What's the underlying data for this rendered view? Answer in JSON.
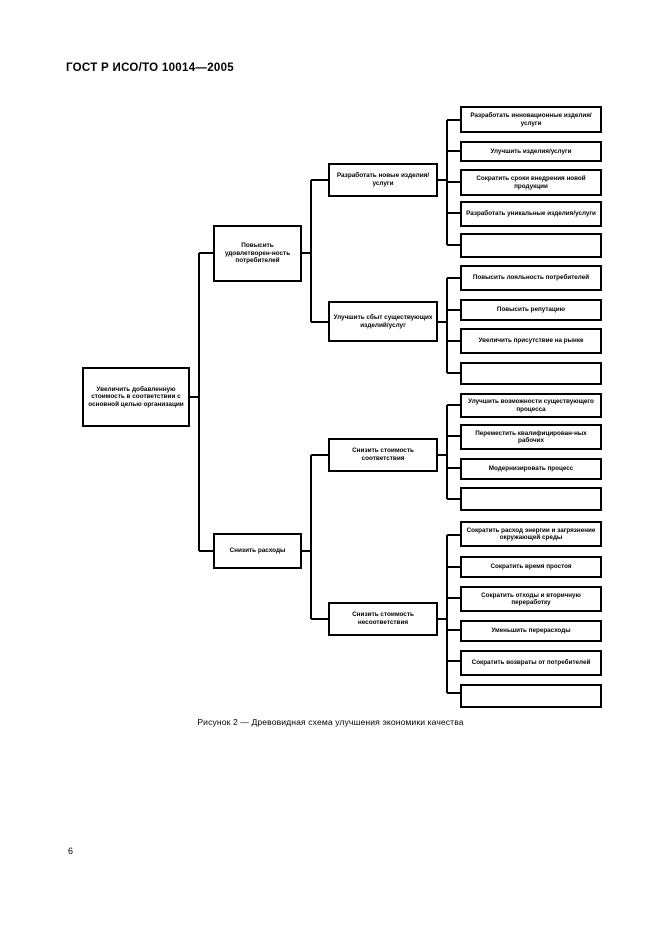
{
  "document": {
    "header": "ГОСТ Р ИСО/ТО 10014—2005",
    "page_number": "6",
    "figure_caption": "Рисунок 2 — Древовидная схема улучшения экономики качества"
  },
  "diagram": {
    "type": "tree-diagram",
    "root": {
      "label": "Увеличить добавленную стоимость в соответствии с основной целью организации"
    },
    "level1": [
      {
        "label": "Повысить удовлетворен-ность потребителей"
      },
      {
        "label": "Снизить расходы"
      }
    ],
    "level2": [
      {
        "label": "Разработать новые изделия/услуги"
      },
      {
        "label": "Улучшить сбыт существующих изделий/услуг"
      },
      {
        "label": "Снизить стоимость соответствия"
      },
      {
        "label": "Снизить стоимость несоответствия"
      }
    ],
    "groups": [
      {
        "parent": "Разработать новые изделия/услуги",
        "leaves": [
          {
            "label": "Разработать инновационные изделия/услуги"
          },
          {
            "label": "Улучшить изделия/услуги"
          },
          {
            "label": "Сократить сроки внедрения новой продукции"
          },
          {
            "label": "Разработать уникальные изделия/услуги"
          },
          {
            "label": ""
          }
        ]
      },
      {
        "parent": "Улучшить сбыт существующих изделий/услуг",
        "leaves": [
          {
            "label": "Повысить лояльность потребителей"
          },
          {
            "label": "Повысить репутацию"
          },
          {
            "label": "Увеличить присутствие на рынке"
          },
          {
            "label": ""
          }
        ]
      },
      {
        "parent": "Снизить стоимость соответствия",
        "leaves": [
          {
            "label": "Улучшить возможности существующего процесса"
          },
          {
            "label": "Переместить квалифицирован-ных рабочих"
          },
          {
            "label": "Модернизировать процесс"
          },
          {
            "label": ""
          }
        ]
      },
      {
        "parent": "Снизить стоимость несоответствия",
        "leaves": [
          {
            "label": "Сократить расход энергии и загрязнение окружающей среды"
          },
          {
            "label": "Сократить время простоя"
          },
          {
            "label": "Сократить отходы и вторичную переработку"
          },
          {
            "label": "Уменьшить перерасходы"
          },
          {
            "label": "Сократить возвраты от потребителей"
          },
          {
            "label": ""
          }
        ]
      }
    ]
  },
  "colors": {
    "ink": "#000000",
    "paper": "#ffffff"
  }
}
